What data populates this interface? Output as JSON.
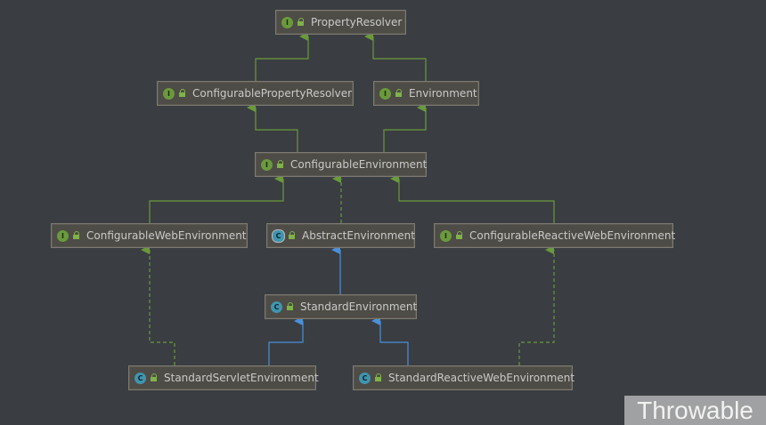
{
  "diagram": {
    "nodes": [
      {
        "id": "property-resolver",
        "kind": "I",
        "name": "PropertyResolver"
      },
      {
        "id": "configurable-property-resolver",
        "kind": "I",
        "name": "ConfigurablePropertyResolver"
      },
      {
        "id": "environment",
        "kind": "I",
        "name": "Environment"
      },
      {
        "id": "configurable-environment",
        "kind": "I",
        "name": "ConfigurableEnvironment"
      },
      {
        "id": "configurable-web-environment",
        "kind": "I",
        "name": "ConfigurableWebEnvironment"
      },
      {
        "id": "abstract-environment",
        "kind": "C",
        "name": "AbstractEnvironment"
      },
      {
        "id": "configurable-reactive-web-environment",
        "kind": "I",
        "name": "ConfigurableReactiveWebEnvironment"
      },
      {
        "id": "standard-environment",
        "kind": "C",
        "name": "StandardEnvironment"
      },
      {
        "id": "standard-servlet-environment",
        "kind": "C",
        "name": "StandardServletEnvironment"
      },
      {
        "id": "standard-reactive-web-environment",
        "kind": "C",
        "name": "StandardReactiveWebEnvironment"
      }
    ],
    "edges": [
      {
        "from": "configurable-property-resolver",
        "to": "property-resolver",
        "type": "extends-interface"
      },
      {
        "from": "environment",
        "to": "property-resolver",
        "type": "extends-interface"
      },
      {
        "from": "configurable-environment",
        "to": "configurable-property-resolver",
        "type": "extends-interface"
      },
      {
        "from": "configurable-environment",
        "to": "environment",
        "type": "extends-interface"
      },
      {
        "from": "configurable-web-environment",
        "to": "configurable-environment",
        "type": "extends-interface"
      },
      {
        "from": "abstract-environment",
        "to": "configurable-environment",
        "type": "implements"
      },
      {
        "from": "configurable-reactive-web-environment",
        "to": "configurable-environment",
        "type": "extends-interface"
      },
      {
        "from": "standard-environment",
        "to": "abstract-environment",
        "type": "extends-class"
      },
      {
        "from": "standard-servlet-environment",
        "to": "standard-environment",
        "type": "extends-class"
      },
      {
        "from": "standard-servlet-environment",
        "to": "configurable-web-environment",
        "type": "implements"
      },
      {
        "from": "standard-reactive-web-environment",
        "to": "standard-environment",
        "type": "extends-class"
      },
      {
        "from": "standard-reactive-web-environment",
        "to": "configurable-reactive-web-environment",
        "type": "implements"
      }
    ],
    "colors": {
      "background": "#3a3d41",
      "interface_edge": "#6a9a3c",
      "class_edge": "#4a90d9",
      "node_fill": "#4e4c46"
    }
  },
  "watermark": {
    "text": "Throwable"
  }
}
